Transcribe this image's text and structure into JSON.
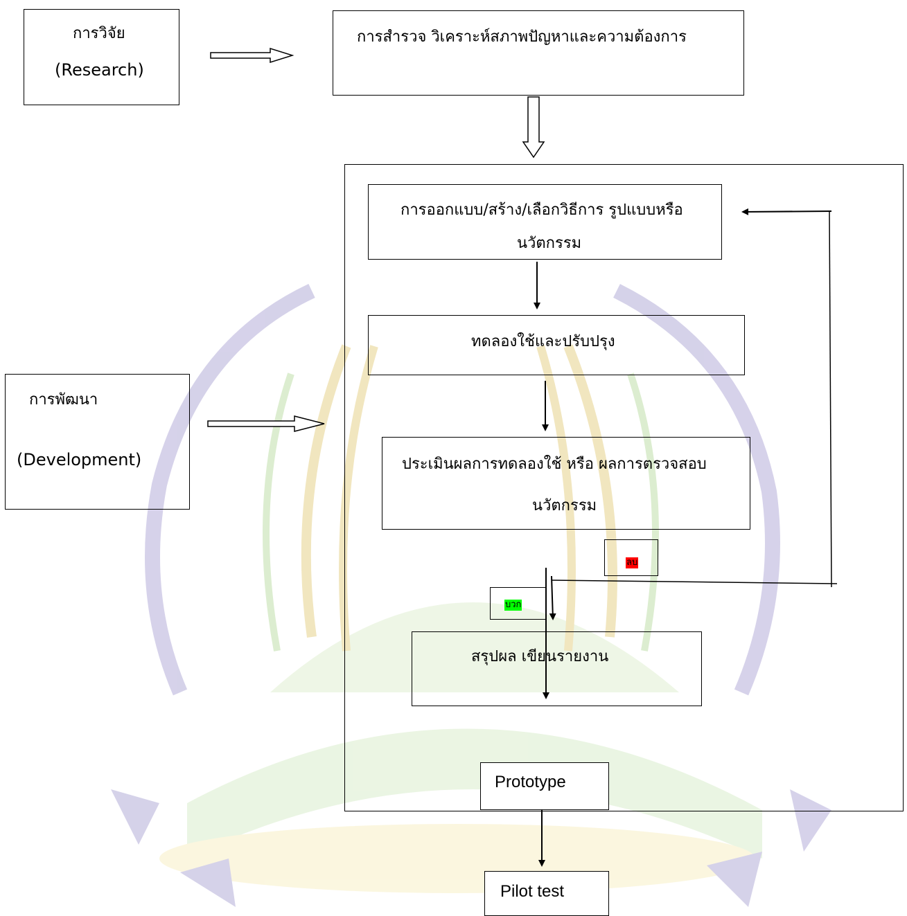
{
  "nodes": {
    "research": {
      "line1": "การวิจัย",
      "line2": "(Research)"
    },
    "survey": {
      "text": "การสำรวจ  วิเคราะห์สภาพปัญหาและความต้องการ"
    },
    "development": {
      "line1": "การพัฒนา",
      "line2": "(Development)"
    },
    "design": {
      "line1": "การออกแบบ/สร้าง/เลือกวิธีการ รูปแบบหรือ",
      "line2": "นวัตกรรม"
    },
    "trial": {
      "text": "ทดลองใช้และปรับปรุง"
    },
    "evaluate": {
      "line1": "ประเมินผลการทดลองใช้ หรือ ผลการตรวจสอบ",
      "line2": "นวัตกรรม"
    },
    "negative": {
      "text": "ลบ",
      "color": "#ff0000"
    },
    "positive": {
      "text": "บวก",
      "color": "#00ff00"
    },
    "conclude": {
      "text": "สรุปผล  เขียนรายงาน"
    },
    "prototype": {
      "text": "Prototype"
    },
    "pilot": {
      "text": "Pilot  test"
    }
  },
  "colors": {
    "watermark_purple": "#8a7fc2",
    "watermark_gold": "#f2d36b",
    "watermark_green": "#b9e3a0"
  }
}
